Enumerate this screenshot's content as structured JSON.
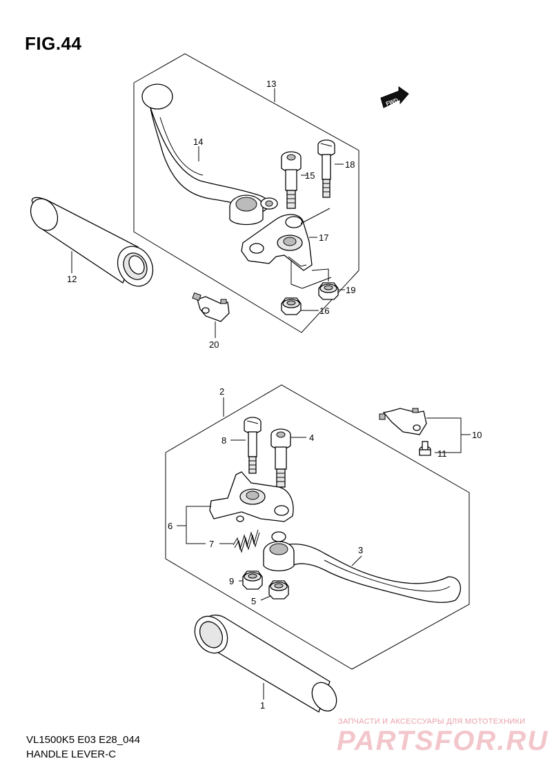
{
  "title": "FIG.44",
  "model_code": "VL1500K5 E03 E28_044",
  "caption": "HANDLE LEVER-C",
  "fwd_label": "FWD",
  "watermark": {
    "tagline": "ЗАПЧАСТИ И АКСЕССУАРЫ ДЛЯ МОТОТЕХНИКИ",
    "logo": "PARTSFOR.RU"
  },
  "callouts": {
    "c1": "1",
    "c2": "2",
    "c3": "3",
    "c4": "4",
    "c5": "5",
    "c6": "6",
    "c7": "7",
    "c8": "8",
    "c9": "9",
    "c10": "10",
    "c11": "11",
    "c12": "12",
    "c13": "13",
    "c14": "14",
    "c15": "15",
    "c16": "16",
    "c17": "17",
    "c18": "18",
    "c19": "19",
    "c20": "20"
  }
}
